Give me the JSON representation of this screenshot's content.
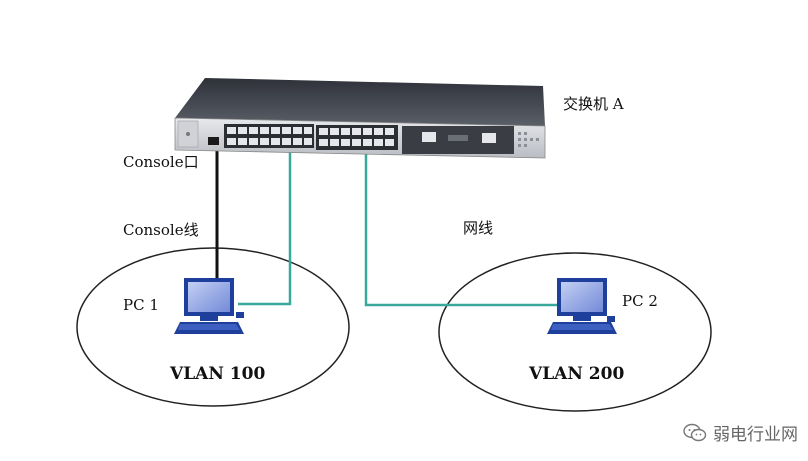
{
  "switch": {
    "label": "交换机 A"
  },
  "console_port": {
    "label": "Console口"
  },
  "console_cable": {
    "label": "Console线"
  },
  "network_cable": {
    "label": "网线"
  },
  "pc1": {
    "label": "PC 1"
  },
  "pc2": {
    "label": "PC 2"
  },
  "vlan100": {
    "label": "VLAN 100"
  },
  "vlan200": {
    "label": "VLAN 200"
  },
  "watermark": {
    "label": "弱电行业网",
    "icon": "wechat-icon"
  },
  "colors": {
    "ethernet_line": "#3aa89a",
    "console_line": "#111111",
    "switch_body": "#3c4048",
    "pc_screen": "#6f86d6",
    "pc_body": "#1e3f9c"
  }
}
